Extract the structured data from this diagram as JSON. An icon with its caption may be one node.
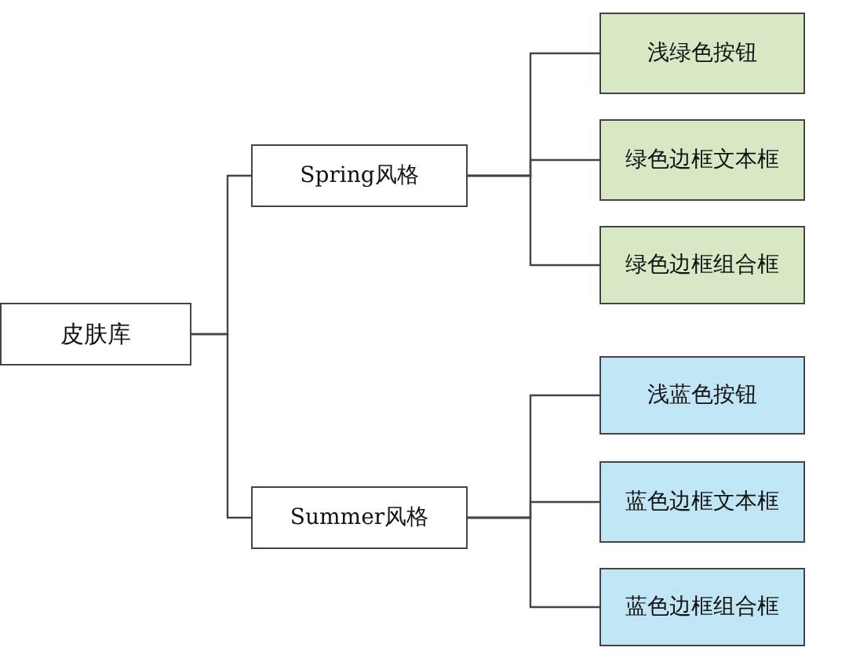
{
  "diagram": {
    "nodes": [
      {
        "text": [
          "皮肤库"
        ]
      },
      {
        "text": [
          "Spring风格"
        ]
      },
      {
        "text": [
          "浅绿色按钮"
        ]
      },
      {
        "text": [
          "绿色边框文本框"
        ]
      },
      {
        "text": [
          "绿色边框组合框"
        ]
      },
      {
        "text": [
          "Summer风格"
        ]
      },
      {
        "text": [
          "浅蓝色按钮"
        ]
      },
      {
        "text": [
          "蓝色边框文本框"
        ]
      },
      {
        "text": [
          "蓝色边框组合框"
        ]
      }
    ],
    "edges": [
      {
        "from": 0,
        "to": 1,
        "arrow": "none"
      },
      {
        "from": 0,
        "to": 5,
        "arrow": "none"
      },
      {
        "from": 1,
        "to": 2,
        "arrow": "none"
      },
      {
        "from": 1,
        "to": 3,
        "arrow": "none"
      },
      {
        "from": 1,
        "to": 4,
        "arrow": "none"
      },
      {
        "from": 5,
        "to": 6,
        "arrow": "none"
      },
      {
        "from": 5,
        "to": 7,
        "arrow": "none"
      },
      {
        "from": 5,
        "to": 8,
        "arrow": "none"
      }
    ]
  }
}
